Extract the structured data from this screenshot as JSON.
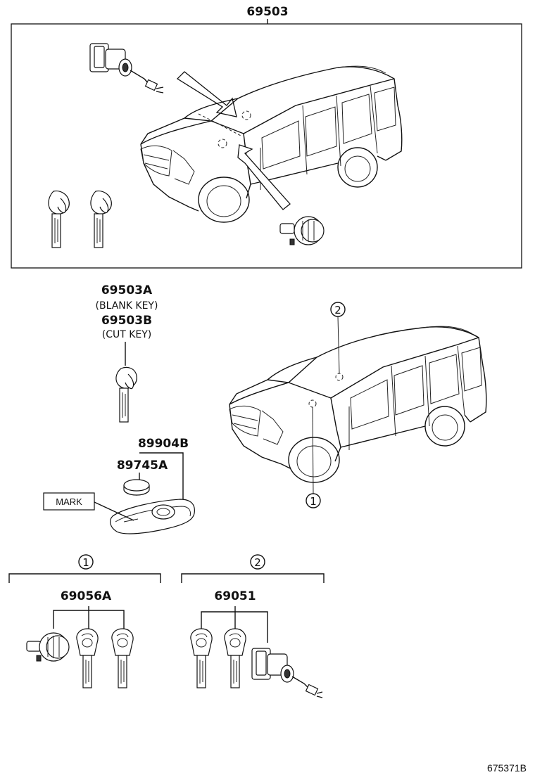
{
  "assembly": {
    "part_number": "69503"
  },
  "key_labels": {
    "blank_key_number": "69503A",
    "blank_key_desc": "(BLANK KEY)",
    "cut_key_number": "69503B",
    "cut_key_desc": "(CUT KEY)"
  },
  "transmitter": {
    "housing_number": "89904B",
    "battery_number": "89745A",
    "mark_label": "MARK"
  },
  "locations": {
    "callout_1": "1",
    "callout_2": "2"
  },
  "set_1": {
    "callout": "1",
    "part_number": "69056A"
  },
  "set_2": {
    "callout": "2",
    "part_number": "69051"
  },
  "illustration_id": "675371B"
}
